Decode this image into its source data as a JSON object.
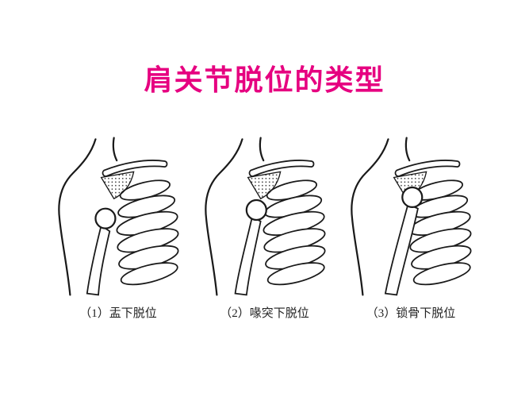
{
  "slide": {
    "title": "肩关节脱位的类型",
    "title_color": "#e60080"
  },
  "figures": [
    {
      "caption": "（1）盂下脱位"
    },
    {
      "caption": "（2）喙突下脱位"
    },
    {
      "caption": "（3）锁骨下脱位"
    }
  ]
}
